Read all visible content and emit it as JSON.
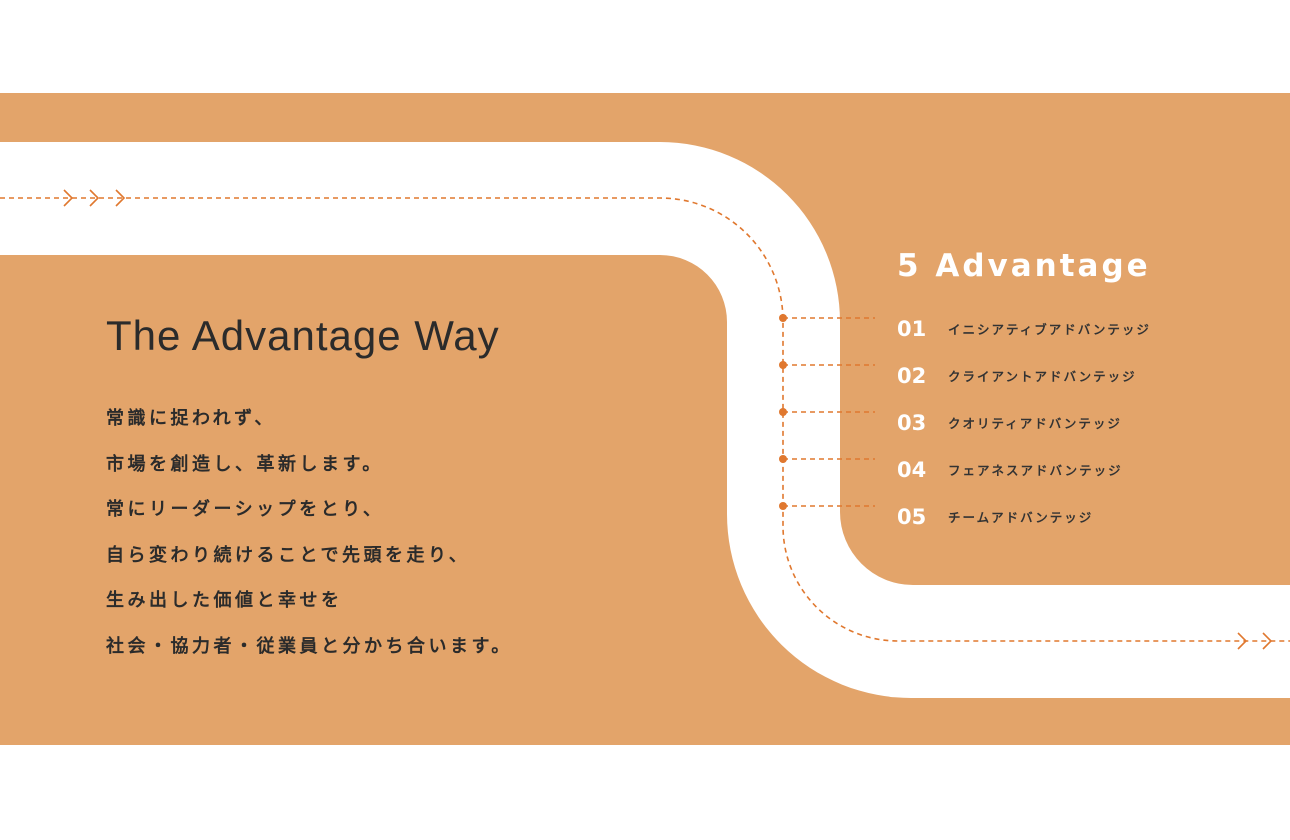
{
  "colors": {
    "band": "#E3A46A",
    "road": "#FFFFFF",
    "path": "#E0782F",
    "text_dark": "#2B2B2B"
  },
  "title": "The Advantage Way",
  "body_lines": [
    "常識に捉われず、",
    "市場を創造し、革新します。",
    "常にリーダーシップをとり、",
    "自ら変わり続けることで先頭を走り、",
    "生み出した価値と幸せを",
    "社会・協力者・従業員と分かち合います。"
  ],
  "advantages": {
    "title": "5 Advantage",
    "items": [
      {
        "num": "01",
        "label": "イニシアティブアドバンテッジ"
      },
      {
        "num": "02",
        "label": "クライアントアドバンテッジ"
      },
      {
        "num": "03",
        "label": "クオリティアドバンテッジ"
      },
      {
        "num": "04",
        "label": "フェアネスアドバンテッジ"
      },
      {
        "num": "05",
        "label": "チームアドバンテッジ"
      }
    ]
  }
}
